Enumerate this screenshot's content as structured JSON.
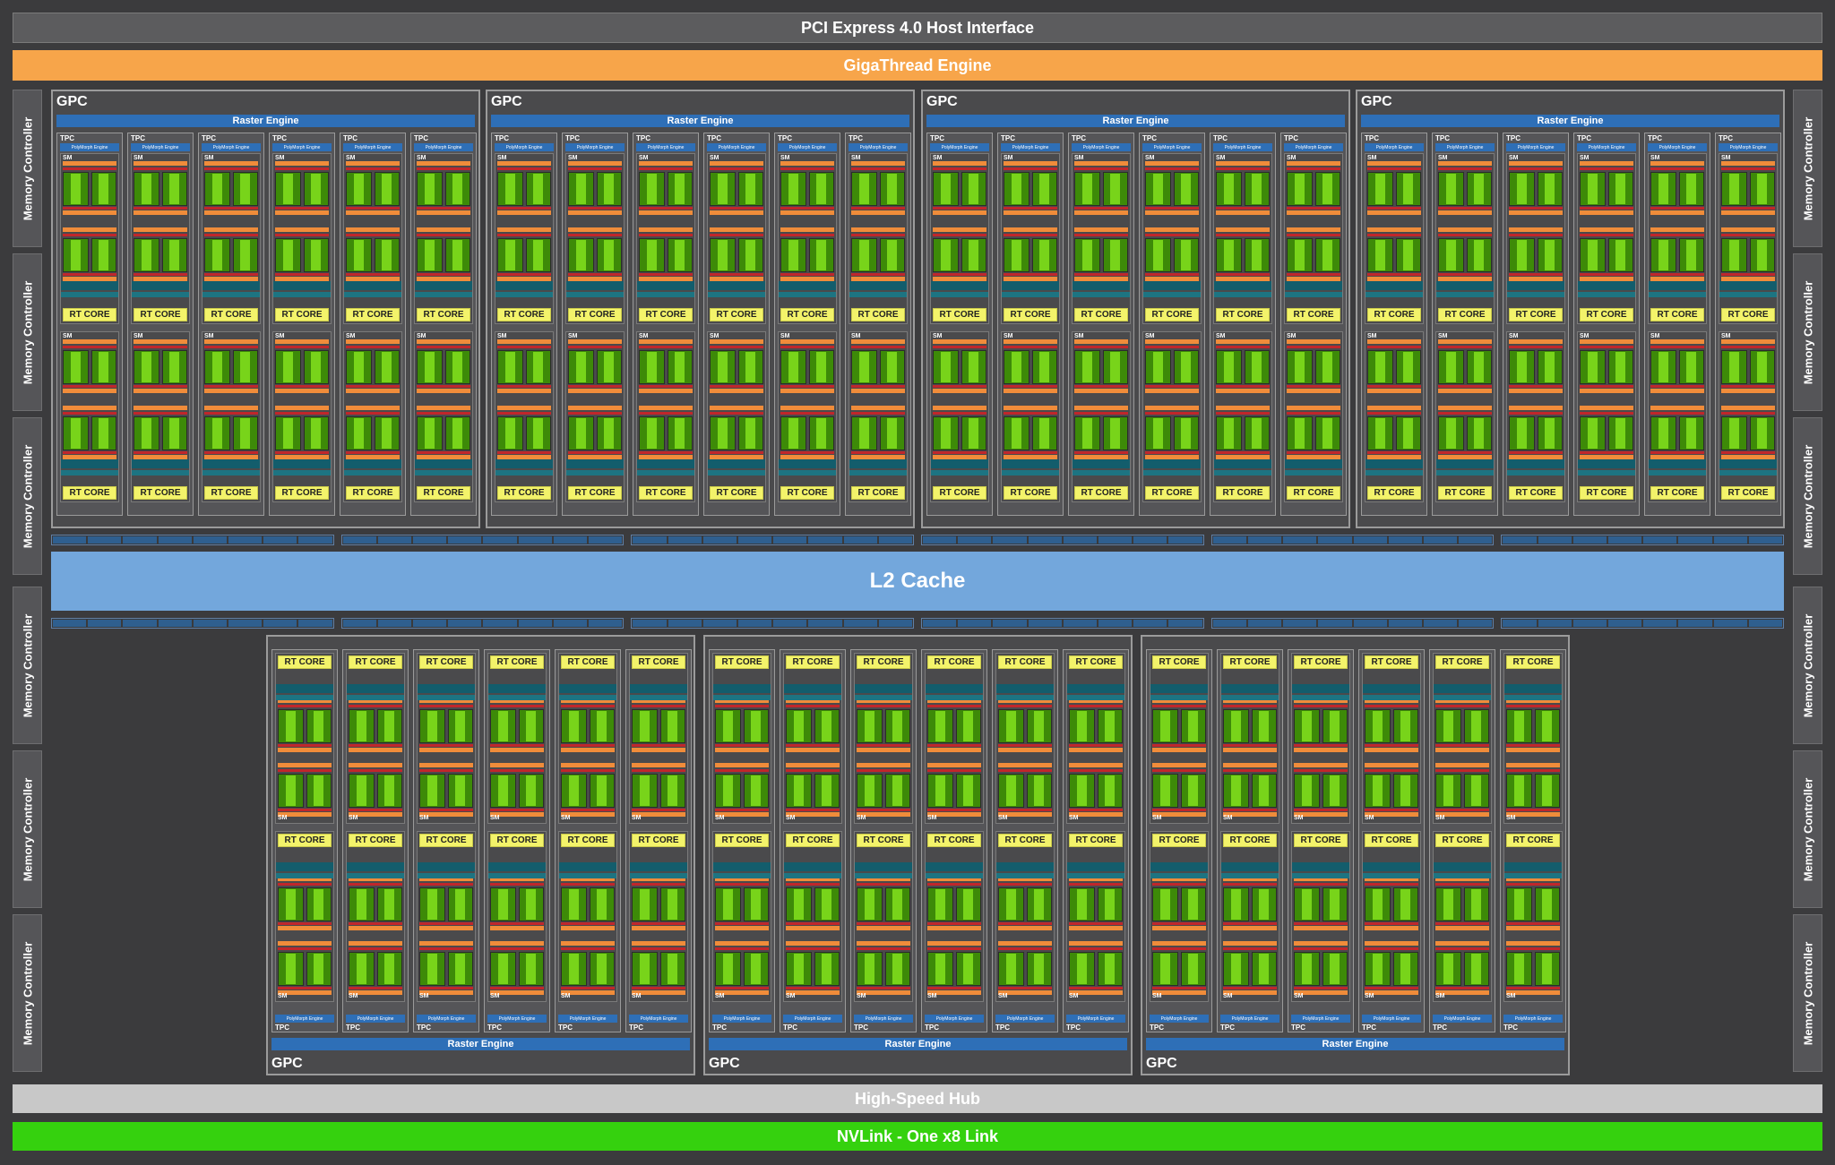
{
  "header": {
    "pci": "PCI Express 4.0 Host Interface",
    "gigathread": "GigaThread Engine"
  },
  "footer": {
    "hub": "High-Speed Hub",
    "nvlink": "NVLink - One x8 Link"
  },
  "l2": {
    "label": "L2 Cache"
  },
  "memory_controller_label": "Memory Controller",
  "labels": {
    "gpc": "GPC",
    "raster": "Raster Engine",
    "tpc": "TPC",
    "polymorph": "PolyMorph Engine",
    "sm": "SM",
    "rt_core": "RT CORE"
  },
  "colors": {
    "background": "#3b3b3d",
    "gigathread": "#f7a54a",
    "l2": "#73a7dc",
    "raster": "#2e6fb7",
    "rt_core": "#f3f36a",
    "cuda_core": "#78d41a",
    "nvlink": "#35d10e",
    "hub": "#c8c8c8"
  }
}
